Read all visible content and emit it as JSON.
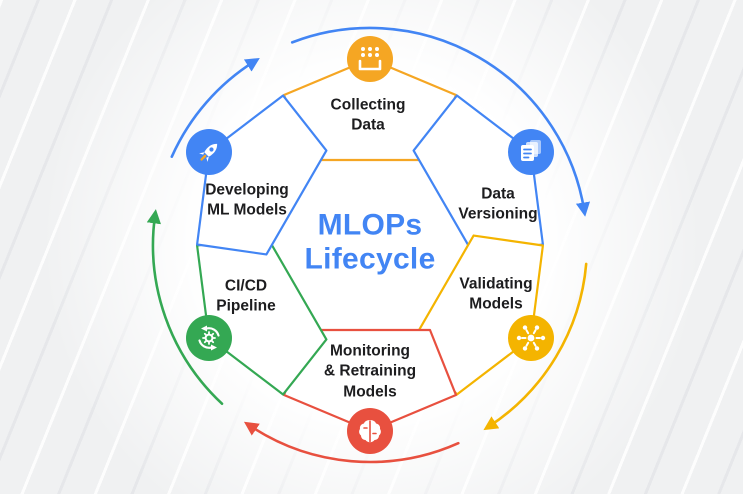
{
  "title": {
    "text": "MLOPs\nLifecycle",
    "color": "#4285F4"
  },
  "segments": [
    {
      "name": "collecting-data",
      "label": "Collecting\nData",
      "color": "#F5A623"
    },
    {
      "name": "data-versioning",
      "label": "Data\nVersioning",
      "color": "#4285F4"
    },
    {
      "name": "validating-models",
      "label": "Validating\nModels",
      "color": "#F4B400"
    },
    {
      "name": "monitoring-retraining-models",
      "label": "Monitoring\n& Retraining\nModels",
      "color": "#E8503F"
    },
    {
      "name": "cicd-pipeline",
      "label": "CI/CD\nPipeline",
      "color": "#34A853"
    },
    {
      "name": "developing-ml-models",
      "label": "Developing\nML Models",
      "color": "#4285F4"
    }
  ],
  "arrows": [
    {
      "name": "arrow-top-left",
      "color": "#4285F4"
    },
    {
      "name": "arrow-top-to-right",
      "color": "#4285F4"
    },
    {
      "name": "arrow-right-to-bottom",
      "color": "#F4B400"
    },
    {
      "name": "arrow-bottom",
      "color": "#E8503F"
    },
    {
      "name": "arrow-left-up",
      "color": "#34A853"
    }
  ]
}
